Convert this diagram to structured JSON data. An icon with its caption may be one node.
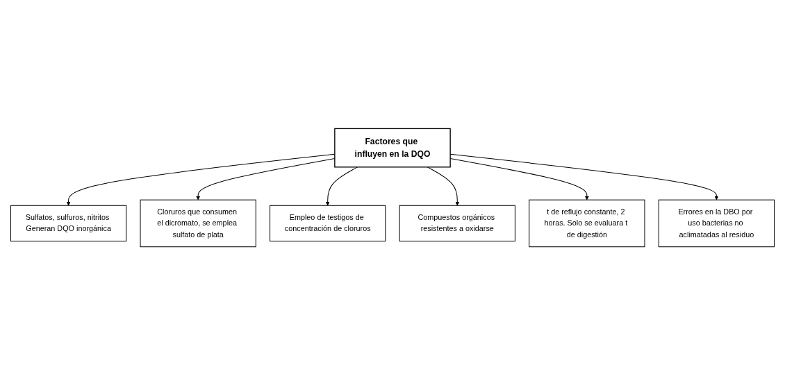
{
  "diagram": {
    "nodes": [
      {
        "text": [
          "Sulfatos, sulfuros, nitritos Generan DQO inorgánica"
        ]
      },
      {
        "text": [
          "Cloruros que consumen el dicromato, se emplea sulfato de plata"
        ]
      },
      {
        "text": [
          "Empleo de testigos de concentración de cloruros"
        ]
      },
      {
        "text": [
          "Factores que influyen en la DQO"
        ]
      },
      {
        "text": [
          "Compuestos orgánicos resistentes a oxidarse"
        ]
      },
      {
        "text": [
          "t de reflujo constante, 2 horas. Solo se evaluara t de digestión"
        ]
      },
      {
        "text": [
          "Errores en la DBO por uso bacterias no aclimatadas al residuo"
        ]
      }
    ],
    "edges": [
      {
        "from": 3,
        "to": 0,
        "arrow": "to"
      },
      {
        "from": 3,
        "to": 1,
        "arrow": "to"
      },
      {
        "from": 3,
        "to": 2,
        "arrow": "to"
      },
      {
        "from": 3,
        "to": 4,
        "arrow": "to"
      },
      {
        "from": 3,
        "to": 5,
        "arrow": "to"
      },
      {
        "from": 3,
        "to": 6,
        "arrow": "to"
      }
    ]
  }
}
